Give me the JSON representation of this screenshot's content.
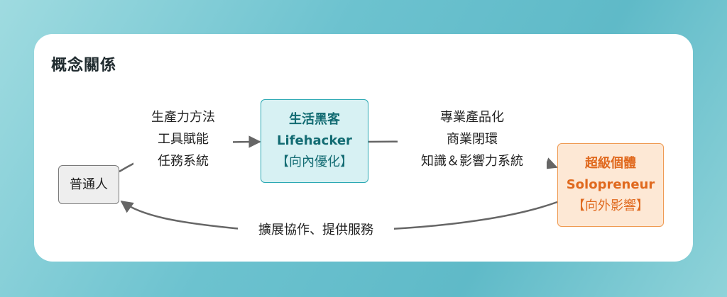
{
  "title": "概念關係",
  "nodes": {
    "person": {
      "label": "普通人"
    },
    "lifehacker": {
      "label1": "生活黑客",
      "label2": "Lifehacker",
      "label3": "【向內優化】"
    },
    "solopreneur": {
      "label1": "超級個體",
      "label2": "Solopreneur",
      "label3": "【向外影響】"
    }
  },
  "edges": {
    "person_to_lifehacker": [
      "生產力方法",
      "工具賦能",
      "任務系統"
    ],
    "lifehacker_to_solopreneur": [
      "專業產品化",
      "商業閉環",
      "知識＆影響力系統"
    ],
    "solopreneur_to_person": [
      "擴展協作、提供服務"
    ]
  },
  "colors": {
    "lifehacker_fill": "#d7f1f3",
    "lifehacker_text": "#136c73",
    "solopreneur_fill": "#fde8d5",
    "solopreneur_text": "#e0691e",
    "arrow": "#666666"
  }
}
